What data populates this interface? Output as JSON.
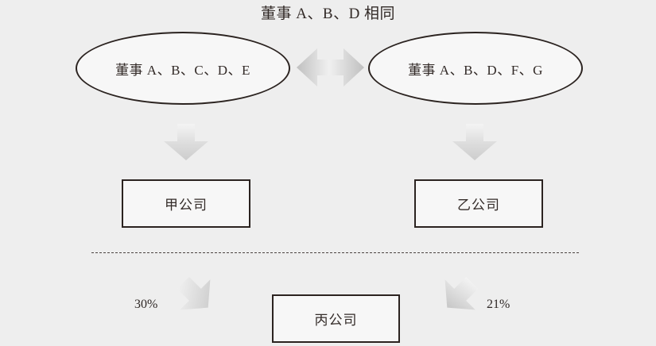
{
  "diagram": {
    "title": "董事 A、B、D 相同",
    "background_color": "#eeeeee",
    "shape_border_color": "#2b2320",
    "shape_fill_color": "#f7f7f7",
    "text_color": "#332b28",
    "arrow_color_light": "#f2f2f2",
    "arrow_color_dark": "#c3c3c3"
  },
  "nodes": {
    "ellipse_left": {
      "label": "董事 A、B、C、D、E",
      "icon": "ellipse-shape"
    },
    "ellipse_right": {
      "label": "董事 A、B、D、F、G",
      "icon": "ellipse-shape"
    },
    "box_jia": {
      "label": "甲公司",
      "icon": "rectangle-shape"
    },
    "box_yi": {
      "label": "乙公司",
      "icon": "rectangle-shape"
    },
    "box_bing": {
      "label": "丙公司",
      "icon": "rectangle-shape"
    }
  },
  "connectors": {
    "bidirectional": {
      "icon": "double-headed-arrow-icon",
      "direction": "left-right"
    },
    "down_left": {
      "icon": "arrow-down-icon",
      "direction": "down"
    },
    "down_right": {
      "icon": "arrow-down-icon",
      "direction": "down"
    },
    "diagonal_left": {
      "icon": "arrow-down-right-icon",
      "direction": "down-right",
      "label": "30%"
    },
    "diagonal_right": {
      "icon": "arrow-down-left-icon",
      "direction": "down-left",
      "label": "21%"
    },
    "divider": {
      "icon": "dashed-line-icon",
      "style": "dashed"
    }
  }
}
